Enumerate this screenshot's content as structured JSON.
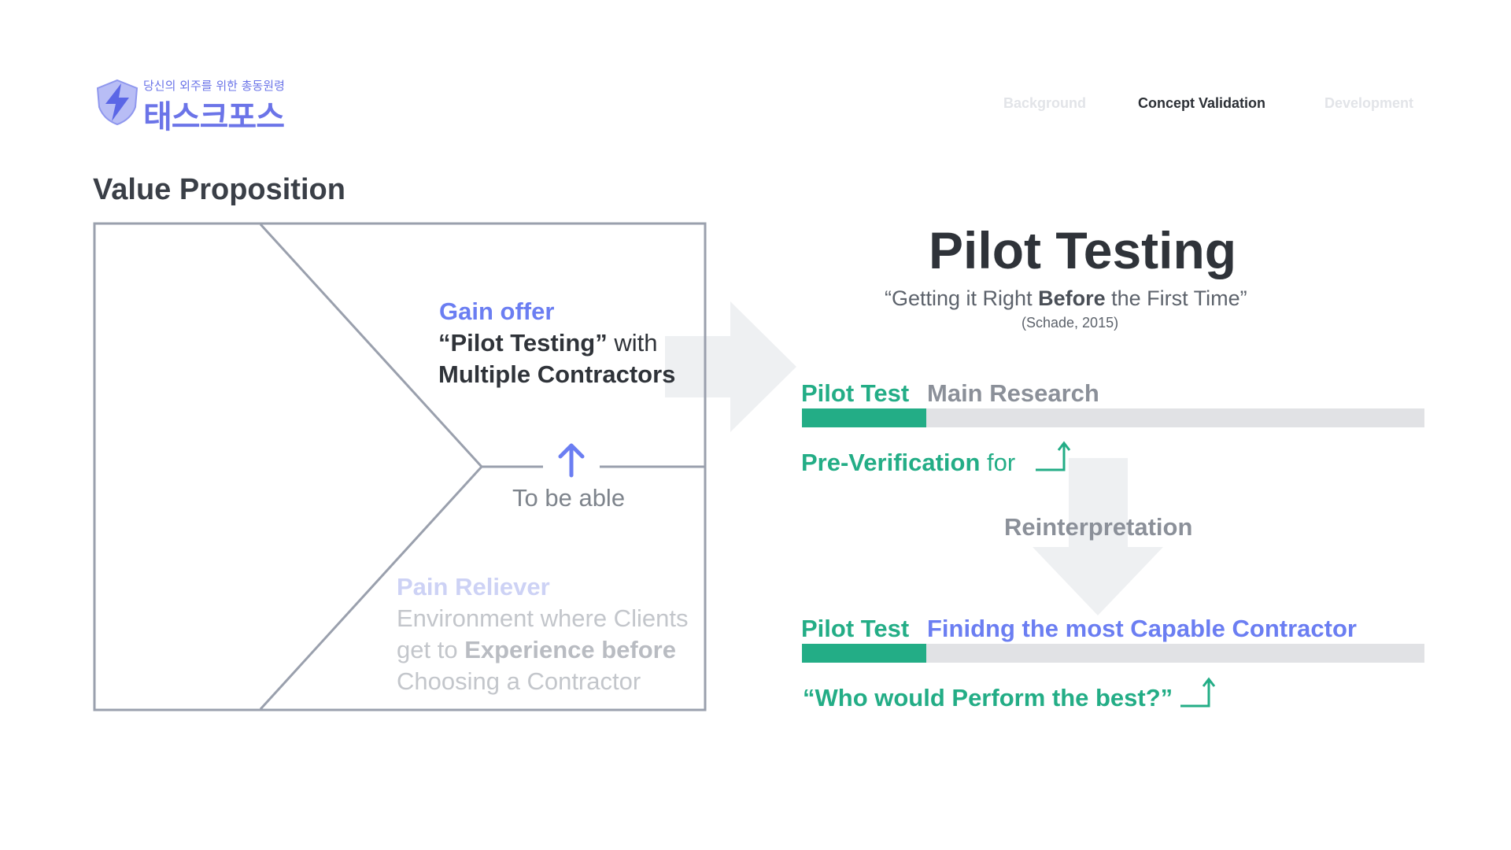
{
  "header": {
    "logo_tagline": "당신의 외주를 위한 총동원령",
    "logo_name": "태스크포스",
    "nav": [
      {
        "label": "Background",
        "active": false
      },
      {
        "label": "Concept Validation",
        "active": true
      },
      {
        "label": "Development",
        "active": false
      }
    ]
  },
  "left": {
    "section_title": "Value Proposition",
    "gain_heading": "Gain offer",
    "gain_line1_bold": "“Pilot Testing”",
    "gain_line1_rest": " with",
    "gain_line2": "Multiple Contractors",
    "arrow_caption": "To be able",
    "pain_heading": "Pain Reliever",
    "pain_line1": "Environment where Clients",
    "pain_line2_pre": "get to ",
    "pain_line2_bold": "Experience before",
    "pain_line3": "Choosing a Contractor"
  },
  "right": {
    "title": "Pilot Testing",
    "quote_pre": "“Getting it Right ",
    "quote_bold": "Before",
    "quote_post": " the First Time”",
    "citation": "(Schade, 2015)",
    "row1": {
      "label_a": "Pilot Test",
      "label_b": "Main Research",
      "fill": 0.2
    },
    "preverif_bold": "Pre-Verification",
    "preverif_rest": " for",
    "reinterpretation": "Reinterpretation",
    "row2": {
      "label_a": "Pilot Test",
      "label_b": "Finidng the most Capable Contractor",
      "fill": 0.2
    },
    "question": "“Who would Perform the best?”"
  },
  "colors": {
    "brand": "#6b74e8",
    "accent_green": "#23ad86",
    "accent_blue": "#6b7ef2",
    "frame": "#9aa0ad"
  }
}
